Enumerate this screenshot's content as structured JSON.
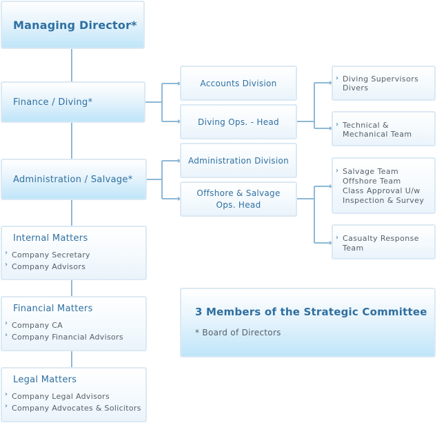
{
  "managing_director": "Managing Director*",
  "finance_diving": "Finance / Diving*",
  "admin_salvage": "Administration / Salvage*",
  "accounts_division": "Accounts Division",
  "diving_ops_head": "Diving Ops. - Head",
  "administration_division": "Administration Division",
  "offshore_salvage_line1": "Offshore & Salvage",
  "offshore_salvage_line2": "Ops. Head",
  "diving_team_items": [
    "Diving Supervisors",
    "Divers"
  ],
  "technical_items": [
    "Technical &",
    "Mechanical Team"
  ],
  "salvage_team_items": [
    "Salvage Team",
    "Offshore Team",
    "Class Approval U/w",
    "Inspection & Survey"
  ],
  "casualty_items": [
    "Casualty Response",
    "Team"
  ],
  "internal_matters": {
    "title": "Internal Matters",
    "items": [
      "Company Secretary",
      "Company Advisors"
    ]
  },
  "financial_matters": {
    "title": "Financial Matters",
    "items": [
      "Company CA",
      "Company Financial Advisors"
    ]
  },
  "legal_matters": {
    "title": "Legal Matters",
    "items": [
      "Company Legal Advisors",
      "Company Advocates & Solicitors"
    ]
  },
  "committee": {
    "title": "3 Members of the Strategic Committee",
    "note": "* Board of Directors"
  },
  "bullet_glyph": "›",
  "colors": {
    "connector": "#8db8d6",
    "title_text": "#2f6fa0",
    "border": "#dbe9f4"
  }
}
